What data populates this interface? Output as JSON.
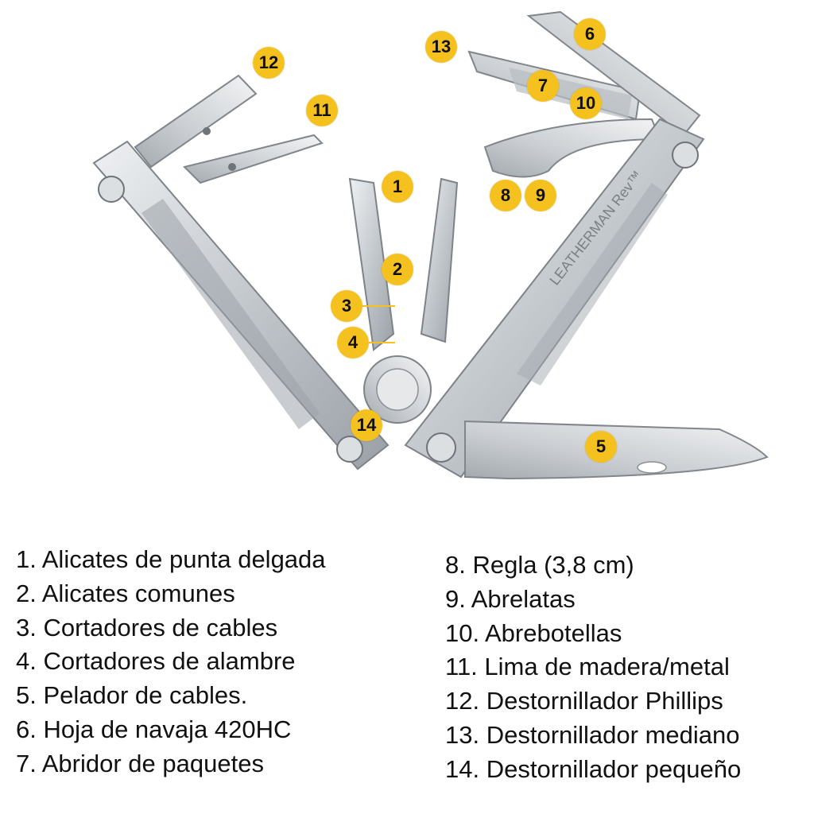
{
  "badges": [
    "1",
    "2",
    "3",
    "4",
    "5",
    "6",
    "7",
    "8",
    "9",
    "10",
    "11",
    "12",
    "13",
    "14"
  ],
  "legend": {
    "left": [
      "1. Alicates de punta delgada",
      "2. Alicates comunes",
      "3. Cortadores de cables",
      "4. Cortadores de alambre",
      "5. Pelador de cables.",
      "6. Hoja de navaja 420HC",
      "7. Abridor de paquetes"
    ],
    "right": [
      "8. Regla (3,8 cm)",
      "9. Abrelatas",
      "10. Abrebotellas",
      "11. Lima de madera/metal",
      "12. Destornillador Phillips",
      "13. Destornillador mediano",
      "14. Destornillador pequeño"
    ]
  },
  "brand_text": "LEATHERMAN Rev™",
  "colors": {
    "badge": "#f4c11f",
    "steel": "#c9cdd1",
    "steel_dark": "#8f959b"
  }
}
